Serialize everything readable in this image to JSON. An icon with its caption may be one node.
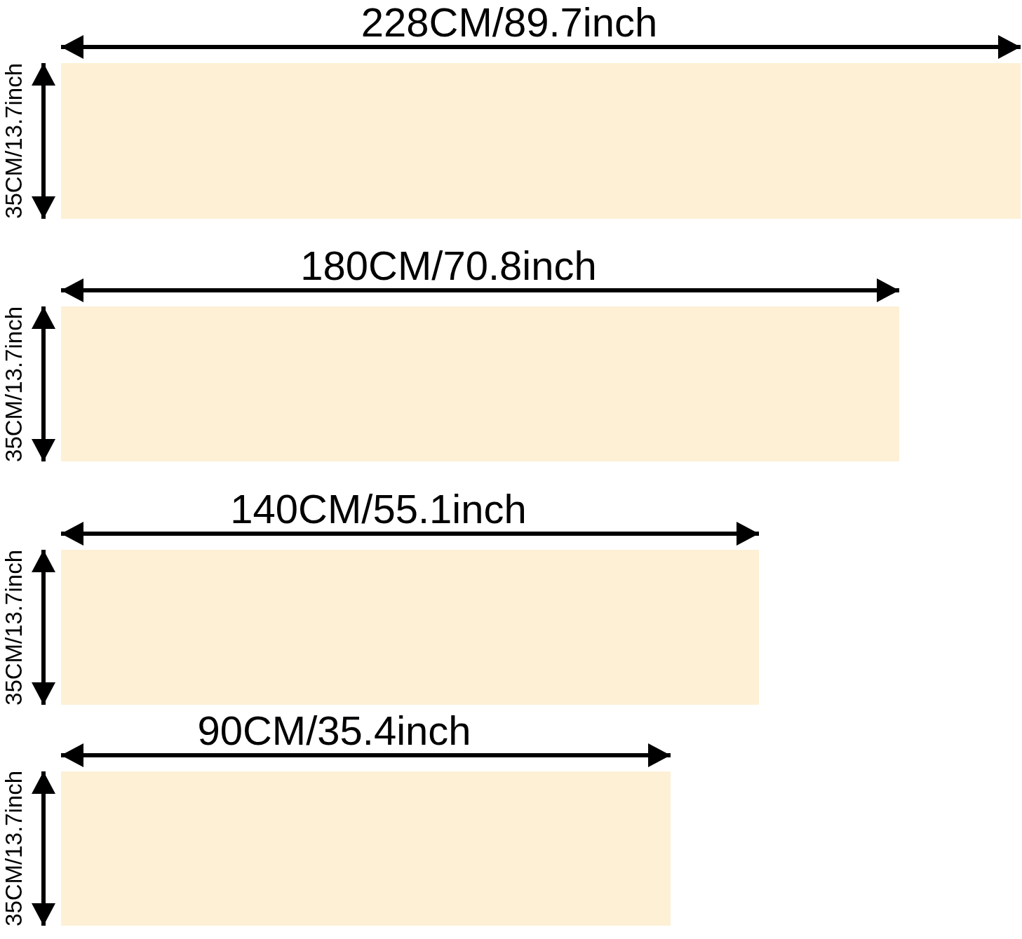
{
  "diagram": {
    "nodes": [
      {
        "text": [],
        "shape": "box"
      },
      {
        "text": [],
        "shape": "box"
      },
      {
        "text": [],
        "shape": "box"
      },
      {
        "text": [],
        "shape": "box"
      }
    ],
    "labels": [
      "228CM/89.7inch",
      "35CM/13.7inch",
      "180CM/70.8inch",
      "35CM/13.7inch",
      "140CM/55.1inch",
      "35CM/13.7inch",
      "90CM/35.4inch",
      "35CM/13.7inch"
    ]
  }
}
